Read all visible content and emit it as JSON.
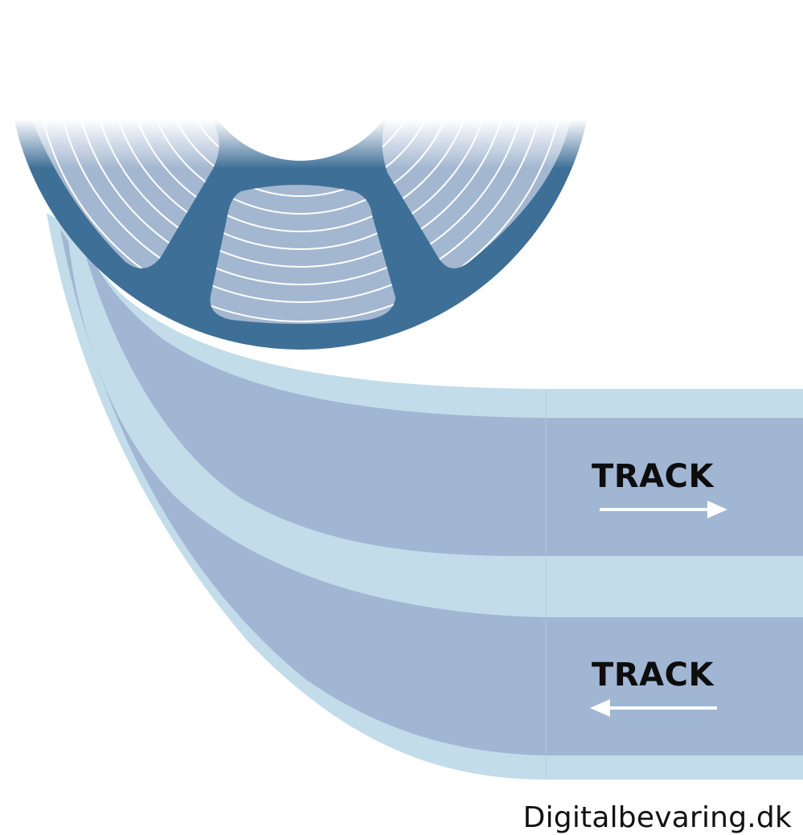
{
  "tracks": [
    {
      "label": "TRACK",
      "direction": "right"
    },
    {
      "label": "TRACK",
      "direction": "left"
    }
  ],
  "credit": "Digitalbevaring.dk",
  "colors": {
    "reel": "#3e6f97",
    "tape_edge": "#c2dcea",
    "tape_track": "#a0b6d3",
    "pack": "#a3b7d1",
    "winding_lines": "#ffffff",
    "arrows": "#ffffff",
    "text": "#0d0d0d"
  },
  "icons": {
    "reel": "tape-reel-icon",
    "arrow_right": "arrow-right-icon",
    "arrow_left": "arrow-left-icon"
  }
}
